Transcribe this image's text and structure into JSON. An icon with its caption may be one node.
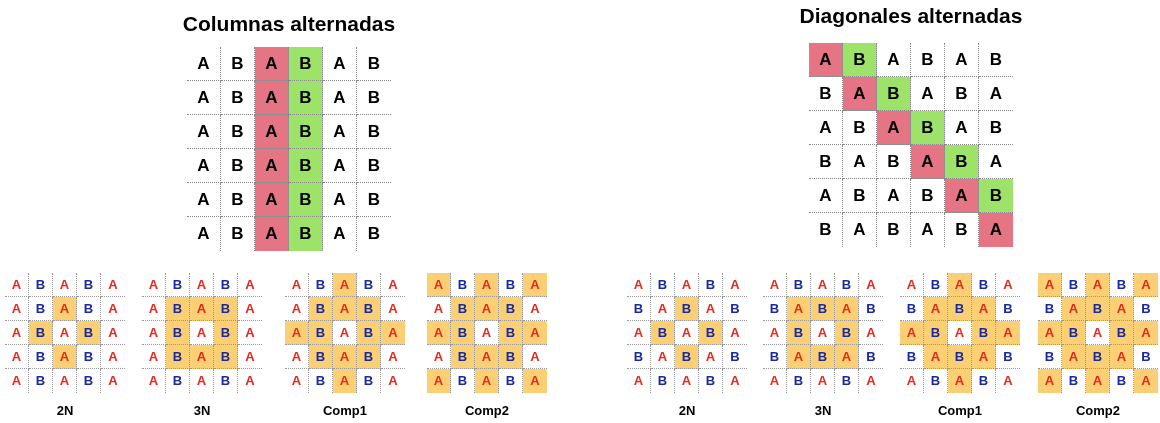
{
  "diagram": {
    "labels": [
      "Columnas alternadas",
      "A",
      "B",
      "A",
      "B",
      "A",
      "B",
      "A",
      "B",
      "A",
      "B",
      "A",
      "B",
      "A",
      "B",
      "A",
      "B",
      "A",
      "B",
      "A",
      "B",
      "A",
      "B",
      "A",
      "B",
      "A",
      "B",
      "A",
      "B",
      "A",
      "B",
      "A",
      "B",
      "A",
      "B",
      "A",
      "B",
      "Diagonales alternadas",
      "A",
      "B",
      "A",
      "B",
      "A",
      "B",
      "B",
      "A",
      "B",
      "A",
      "B",
      "A",
      "A",
      "B",
      "A",
      "B",
      "A",
      "B",
      "B",
      "A",
      "B",
      "A",
      "B",
      "A",
      "A",
      "B",
      "A",
      "B",
      "A",
      "B",
      "B",
      "A",
      "B",
      "A",
      "B",
      "A",
      "A",
      "B",
      "A",
      "B",
      "A",
      "A",
      "B",
      "A",
      "B",
      "A",
      "A",
      "B",
      "A",
      "B",
      "A",
      "A",
      "B",
      "A",
      "B",
      "A",
      "A",
      "B",
      "A",
      "B",
      "A",
      "2N",
      "A",
      "B",
      "A",
      "B",
      "A",
      "A",
      "B",
      "A",
      "B",
      "A",
      "A",
      "B",
      "A",
      "B",
      "A",
      "A",
      "B",
      "A",
      "B",
      "A",
      "A",
      "B",
      "A",
      "B",
      "A",
      "3N",
      "A",
      "B",
      "A",
      "B",
      "A",
      "A",
      "B",
      "A",
      "B",
      "A",
      "A",
      "B",
      "A",
      "B",
      "A",
      "A",
      "B",
      "A",
      "B",
      "A",
      "A",
      "B",
      "A",
      "B",
      "A",
      "Comp1",
      "A",
      "B",
      "A",
      "B",
      "A",
      "A",
      "B",
      "A",
      "B",
      "A",
      "A",
      "B",
      "A",
      "B",
      "A",
      "A",
      "B",
      "A",
      "B",
      "A",
      "A",
      "B",
      "A",
      "B",
      "A",
      "Comp2",
      "A",
      "B",
      "A",
      "B",
      "A",
      "B",
      "A",
      "B",
      "A",
      "B",
      "A",
      "B",
      "A",
      "B",
      "A",
      "B",
      "A",
      "B",
      "A",
      "B",
      "A",
      "B",
      "A",
      "B",
      "A",
      "2N",
      "A",
      "B",
      "A",
      "B",
      "A",
      "B",
      "A",
      "B",
      "A",
      "B",
      "A",
      "B",
      "A",
      "B",
      "A",
      "B",
      "A",
      "B",
      "A",
      "B",
      "A",
      "B",
      "A",
      "B",
      "A",
      "3N",
      "A",
      "B",
      "A",
      "B",
      "A",
      "B",
      "A",
      "B",
      "A",
      "B",
      "A",
      "B",
      "A",
      "B",
      "A",
      "B",
      "A",
      "B",
      "A",
      "B",
      "A",
      "B",
      "A",
      "B",
      "A",
      "Comp1",
      "A",
      "B",
      "A",
      "B",
      "A",
      "B",
      "A",
      "B",
      "A",
      "B",
      "A",
      "B",
      "A",
      "B",
      "A",
      "B",
      "A",
      "B",
      "A",
      "B",
      "A",
      "B",
      "A",
      "B",
      "A",
      "Comp2"
    ]
  }
}
